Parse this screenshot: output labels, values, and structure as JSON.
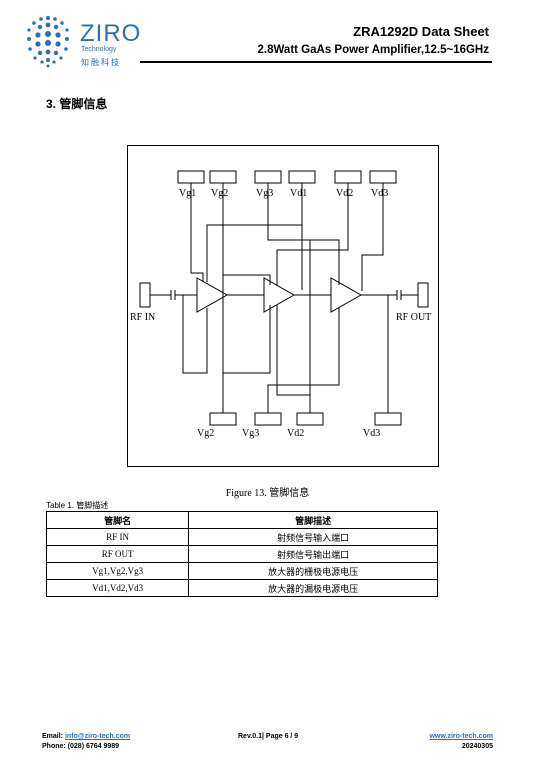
{
  "header": {
    "logo_name": "ZIRO",
    "logo_sub": "Technology",
    "logo_cn": "知融科技",
    "doc_title": "ZRA1292D Data Sheet",
    "doc_subtitle": "2.8Watt GaAs Power Amplifier,12.5~16GHz"
  },
  "section": {
    "title": "3.  管脚信息"
  },
  "figure": {
    "top_pins": [
      "Vg1",
      "Vg2",
      "Vg3",
      "Vd1",
      "Vd2",
      "Vd3"
    ],
    "bottom_pins": [
      "Vg2",
      "Vg3",
      "Vd2",
      "Vd3"
    ],
    "rf_in": "RF IN",
    "rf_out": "RF OUT",
    "caption": "Figure 13. 管脚信息"
  },
  "table": {
    "caption": "Table 1. 管脚描述",
    "headers": [
      "管脚名",
      "管脚描述"
    ],
    "rows": [
      [
        "RF IN",
        "射频信号输入端口"
      ],
      [
        "RF OUT",
        "射频信号输出端口"
      ],
      [
        "Vg1,Vg2,Vg3",
        "放大器的栅极电源电压"
      ],
      [
        "Vd1,Vd2,Vd3",
        "放大器的漏极电源电压"
      ]
    ]
  },
  "footer": {
    "email_label": "Email:",
    "email": "info@ziro-tech.com",
    "phone_label": "Phone:",
    "phone": "(028) 6764 9989",
    "page": "Rev.0.1| Page 6 / 9",
    "website": "www.ziro-tech.com",
    "date": "20240305"
  },
  "colors": {
    "brand": "#2b6fb6"
  }
}
